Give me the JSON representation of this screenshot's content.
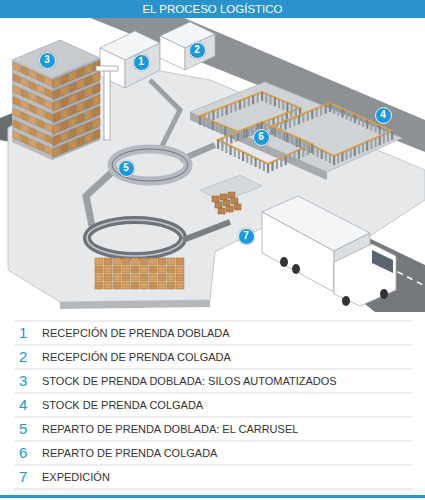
{
  "diagram": {
    "title": "EL PROCESO LOGÍSTICO",
    "nodes": [
      {
        "text": [
          "1"
        ]
      },
      {
        "text": [
          "2"
        ]
      },
      {
        "text": [
          "3"
        ]
      },
      {
        "text": [
          "4"
        ]
      },
      {
        "text": [
          "5"
        ]
      },
      {
        "text": [
          "6"
        ]
      },
      {
        "text": [
          "7"
        ]
      }
    ],
    "labels": [
      "1",
      "RECEPCIÓN DE PRENDA DOBLADA",
      "2",
      "RECEPCIÓN DE PRENDA COLGADA",
      "3",
      "STOCK DE PRENDA DOBLADA: SILOS AUTOMATIZADOS",
      "4",
      "STOCK DE PRENDA COLGADA",
      "5",
      "REPARTO DE PRENDA DOBLADA: EL CARRUSEL",
      "6",
      "REPARTO DE PRENDA COLGADA",
      "7",
      "EXPEDICIÓN"
    ]
  }
}
